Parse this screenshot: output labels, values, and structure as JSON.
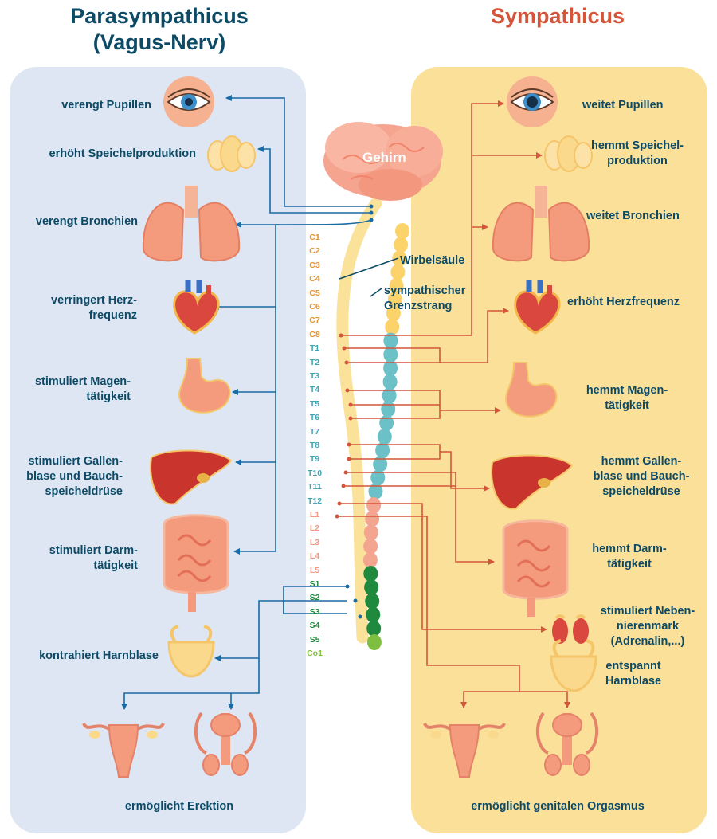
{
  "titles": {
    "parasympathetic": "Parasympathicus\n(Vagus-Nerv)",
    "sympathetic": "Sympathicus"
  },
  "center": {
    "brain": "Gehirn",
    "spine": "Wirbelsäule",
    "trunk": "sympathischer\nGrenzstrang"
  },
  "segments": [
    {
      "label": "C1",
      "color": "#e7932e"
    },
    {
      "label": "C2",
      "color": "#e7932e"
    },
    {
      "label": "C3",
      "color": "#e7932e"
    },
    {
      "label": "C4",
      "color": "#e7932e"
    },
    {
      "label": "C5",
      "color": "#e7932e"
    },
    {
      "label": "C6",
      "color": "#e7932e"
    },
    {
      "label": "C7",
      "color": "#e7932e"
    },
    {
      "label": "C8",
      "color": "#e7932e"
    },
    {
      "label": "T1",
      "color": "#3fa4b5"
    },
    {
      "label": "T2",
      "color": "#3fa4b5"
    },
    {
      "label": "T3",
      "color": "#3fa4b5"
    },
    {
      "label": "T4",
      "color": "#3fa4b5"
    },
    {
      "label": "T5",
      "color": "#3fa4b5"
    },
    {
      "label": "T6",
      "color": "#3fa4b5"
    },
    {
      "label": "T7",
      "color": "#3fa4b5"
    },
    {
      "label": "T8",
      "color": "#3fa4b5"
    },
    {
      "label": "T9",
      "color": "#3fa4b5"
    },
    {
      "label": "T10",
      "color": "#3fa4b5"
    },
    {
      "label": "T11",
      "color": "#3fa4b5"
    },
    {
      "label": "T12",
      "color": "#3fa4b5"
    },
    {
      "label": "L1",
      "color": "#f19a86"
    },
    {
      "label": "L2",
      "color": "#f19a86"
    },
    {
      "label": "L3",
      "color": "#f19a86"
    },
    {
      "label": "L4",
      "color": "#f19a86"
    },
    {
      "label": "L5",
      "color": "#f19a86"
    },
    {
      "label": "S1",
      "color": "#1f8a3e"
    },
    {
      "label": "S2",
      "color": "#1f8a3e"
    },
    {
      "label": "S3",
      "color": "#1f8a3e"
    },
    {
      "label": "S4",
      "color": "#1f8a3e"
    },
    {
      "label": "S5",
      "color": "#1f8a3e"
    },
    {
      "label": "Co1",
      "color": "#7fbf3f"
    }
  ],
  "parasympathetic": [
    "verengt Pupillen",
    "erhöht Speichelproduktion",
    "verengt Bronchien",
    "verringert Herz-\nfrequenz",
    "stimuliert Magen-\ntätigkeit",
    "stimuliert Gallen-\nblase und Bauch-\nspeicheldrüse",
    "stimuliert Darm-\ntätigkeit",
    "kontrahiert Harnblase",
    "ermöglicht Erektion"
  ],
  "sympathetic": [
    "weitet Pupillen",
    "hemmt Speichel-\nproduktion",
    "weitet Bronchien",
    "erhöht Herzfrequenz",
    "hemmt Magen-\ntätigkeit",
    "hemmt Gallen-\nblase und Bauch-\nspeicheldrüse",
    "hemmt Darm-\ntätigkeit",
    "stimuliert Neben-\nnierenmark\n(Adrenalin,...)",
    "entspannt\nHarnblase",
    "ermöglicht genitalen Orgasmus"
  ],
  "colors": {
    "parasympathetic_panel": "#dde6f2",
    "sympathetic_panel": "#fbe09a",
    "parasympathetic_nerve": "#1a6aa3",
    "sympathetic_nerve": "#d4553a",
    "organ": "#f4a07c",
    "spine": "#fbe29a"
  }
}
